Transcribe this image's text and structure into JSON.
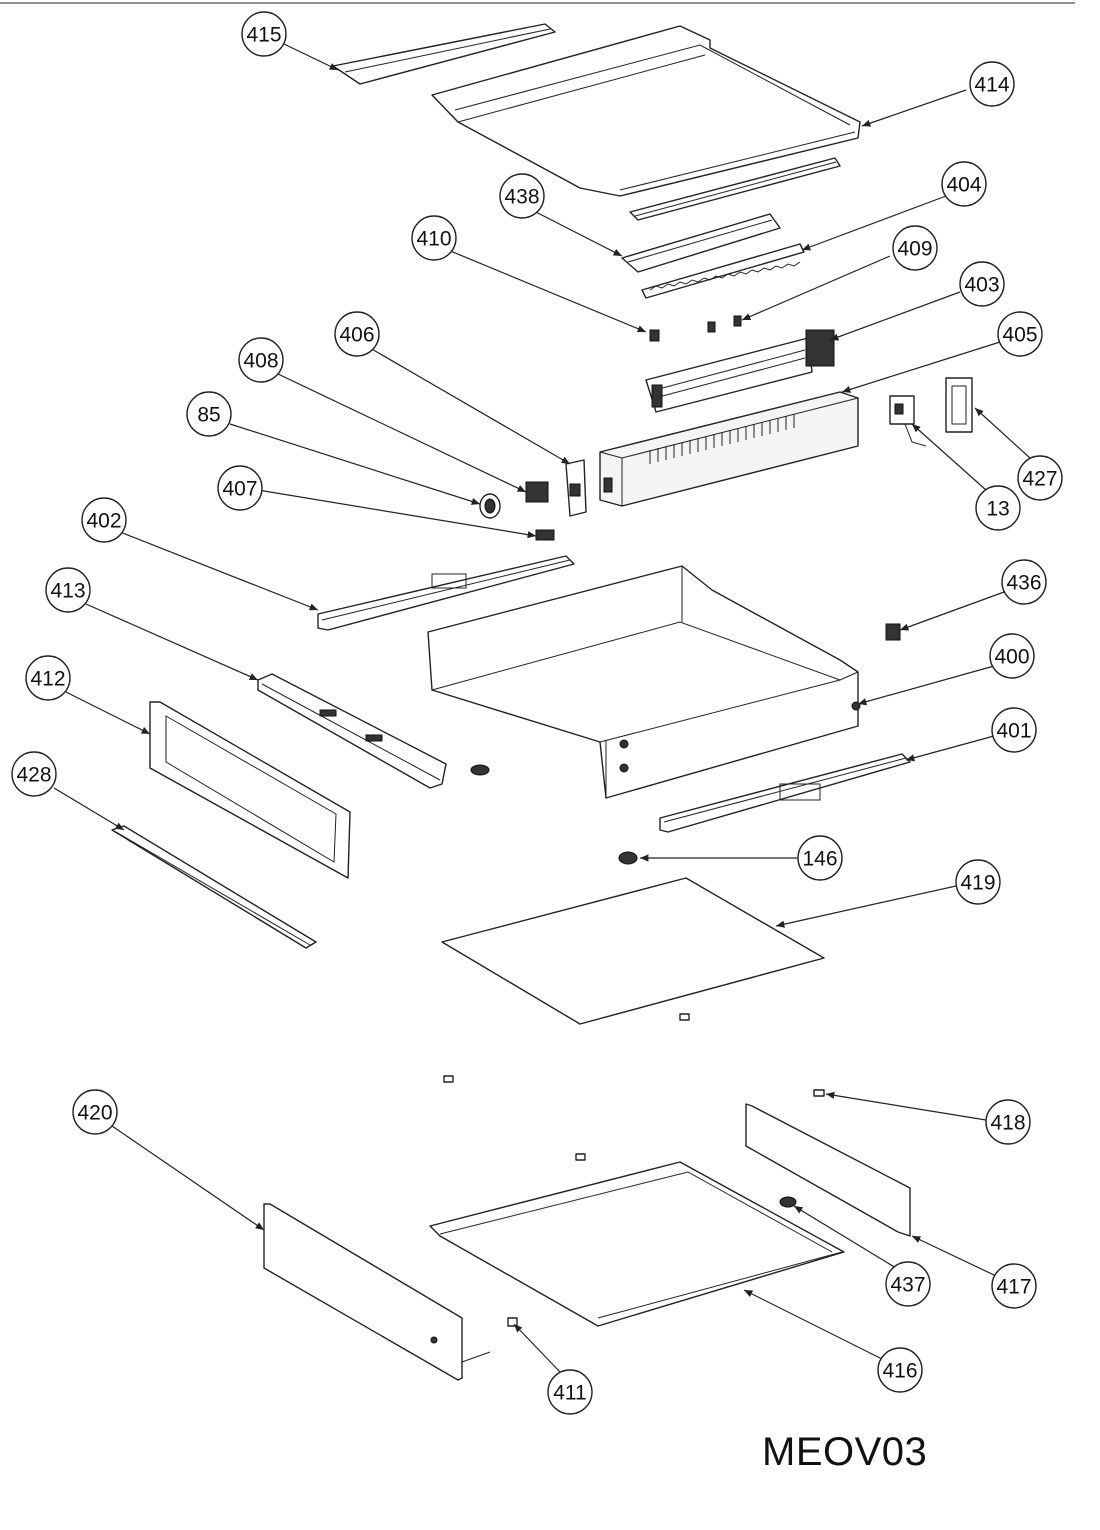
{
  "model_code": "MEOV03",
  "callouts": [
    "415",
    "414",
    "438",
    "404",
    "410",
    "409",
    "403",
    "406",
    "405",
    "408",
    "85",
    "407",
    "13",
    "427",
    "402",
    "436",
    "413",
    "400",
    "412",
    "401",
    "428",
    "146",
    "419",
    "420",
    "418",
    "417",
    "437",
    "416",
    "411"
  ]
}
